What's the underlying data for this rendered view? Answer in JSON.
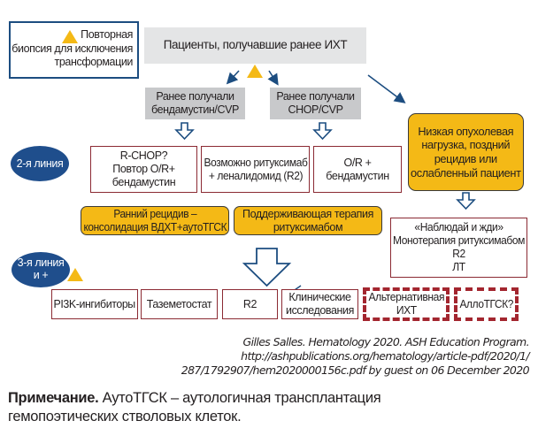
{
  "legend": {
    "icon": "warning-triangle-icon",
    "line1": "Повторная",
    "line2": "биопсия для исключения",
    "line3": "трансформации"
  },
  "top": {
    "label": "Пациенты, получавшие ранее ИХТ"
  },
  "prior": {
    "benda": {
      "line1": "Ранее получали",
      "line2": "бендамустин/CVP"
    },
    "chop": {
      "line1": "Ранее получали",
      "line2": "CHOP/CVP"
    }
  },
  "low_burden": {
    "line1": "Низкая опухолевая",
    "line2": "нагрузка, поздний",
    "line3": "рецидив или",
    "line4": "ослабленный пациент"
  },
  "line2": {
    "label": "2-я линия",
    "boxes": [
      {
        "line1": "R-CHOP?",
        "line2": "Повтор O/R+",
        "line3": "бендамустин"
      },
      {
        "line1": "Возможно ритуксимаб",
        "line2": "+ леналидомид (R2)"
      },
      {
        "line1": "O/R +",
        "line2": "бендамустин"
      }
    ]
  },
  "consolidation": {
    "early": {
      "line1": "Ранний рецидив –",
      "line2": "консолидация ВДХТ+аутоТГСК"
    },
    "maintenance": {
      "line1": "Поддерживающая терапия",
      "line2": "ритуксимабом"
    }
  },
  "watch": {
    "line1": "«Наблюдай и жди»",
    "line2": "Монотерапия ритуксимабом",
    "line3": "R2",
    "line4": "ЛТ"
  },
  "line3": {
    "label1": "3-я линия",
    "label2": "и +",
    "boxes": [
      {
        "line1": "PI3K-ингибиторы"
      },
      {
        "line1": "Таземетостат"
      },
      {
        "line1": "R2"
      },
      {
        "line1": "Клинические",
        "line2": "исследования"
      }
    ],
    "dashed": [
      {
        "line1": "Альтернативная",
        "line2": "ИХТ"
      },
      {
        "line1": "АллоТГСК?"
      }
    ]
  },
  "citation": {
    "line1": "Gilles Salles. Hematology 2020. ASH Education Program.",
    "line2": "http://ashpublications.org/hematology/article-pdf/2020/1/",
    "line3": "287/1792907/hem2020000156c.pdf by guest on 06 December 2020"
  },
  "note": {
    "bold": "Примечание.",
    "line1": " АутоТГСК – аутологичная трансплантация",
    "line2": "гемопоэтических стволовых клеток."
  },
  "colors": {
    "navy": "#1f4e8c",
    "yellow": "#f4b916",
    "red_border": "#8b2a33",
    "gray_box": "#c8c9cb",
    "light_box": "#e4e5e6"
  }
}
